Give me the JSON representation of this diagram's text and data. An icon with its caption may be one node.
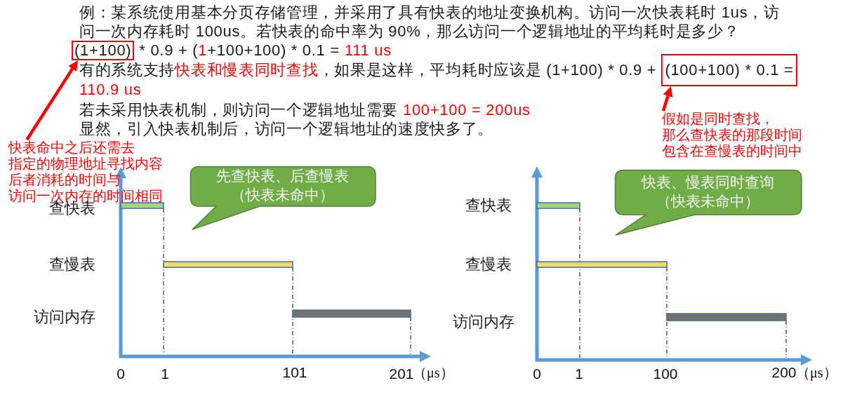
{
  "diagram": {
    "nodes": [
      {
        "text": [
          "(1+100)"
        ]
      },
      {
        "text": [
          "(100+100) * 0.1 ="
        ]
      },
      {
        "text": [
          "快表命中之后还需去指定的物理地址寻找内容后者消耗的时间与访问一次内存的时间相同"
        ]
      },
      {
        "text": [
          "假如是同时查找，那么查快表的那段时间包含在查慢表的时间中"
        ]
      },
      {
        "text": [
          "先查快表、后查慢表",
          "（快表未命中）"
        ]
      },
      {
        "text": [
          "快表、慢表同时查询",
          "（快表未命中）"
        ]
      }
    ],
    "edges": [
      {
        "from": 2,
        "to": 0,
        "arrow": "to"
      },
      {
        "from": 3,
        "to": 1,
        "arrow": "to"
      }
    ],
    "labels": [
      "例：某系统使用基本分页存储管理，并采用了具有快表的地址变换机构。访问一次快表耗时 1us，访问一次内存耗时 100us。若快表的命中率为 90%，那么访问一个逻辑地址的平均耗时是多少？",
      "* 0.9 + (",
      "1",
      "+100+100) * 0.1 =",
      "111 us",
      "有的系统支持",
      "快表和慢表同时查找",
      "，如果是这样，平均耗时应该是 (1+100) * 0.9 +",
      "110.9 us",
      "若未采用快表机制，则访问一个逻辑地址需要",
      "100+100 = 200us",
      "显然，引入快表机制后，访问一个逻辑地址的速度快多了。",
      "查快表",
      "查慢表",
      "访问内存",
      "0",
      "1",
      "101",
      "201",
      "（μs）",
      "查快表",
      "查慢表",
      "访问内存",
      "0",
      "1",
      "100",
      "200",
      "（μs）"
    ]
  }
}
